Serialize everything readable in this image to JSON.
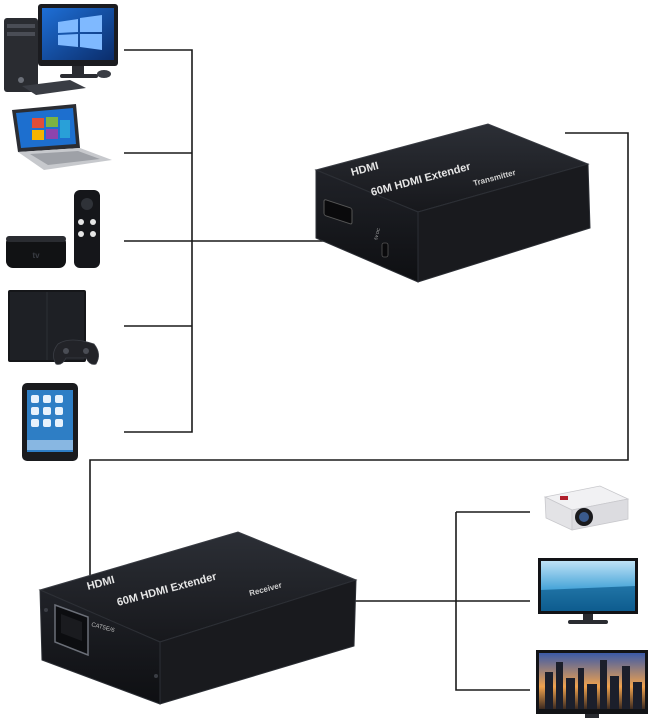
{
  "transmitter": {
    "brand": "HDMI",
    "title": "60M HDMI Extender",
    "role": "Transmitter",
    "port_label": "5V DC"
  },
  "receiver": {
    "brand": "HDMI",
    "title": "60M HDMI Extender",
    "role": "Receiver",
    "port_label": "CAT5E/6"
  },
  "sources": [
    "desktop-computer",
    "laptop",
    "media-player-with-remote",
    "game-console",
    "tablet"
  ],
  "displays": [
    "projector",
    "monitor",
    "television"
  ],
  "colors": {
    "device_body": "#1d1f24",
    "device_edge": "#3a3d44",
    "device_text": "#e6e6e6",
    "line": "#1a1a1a"
  }
}
